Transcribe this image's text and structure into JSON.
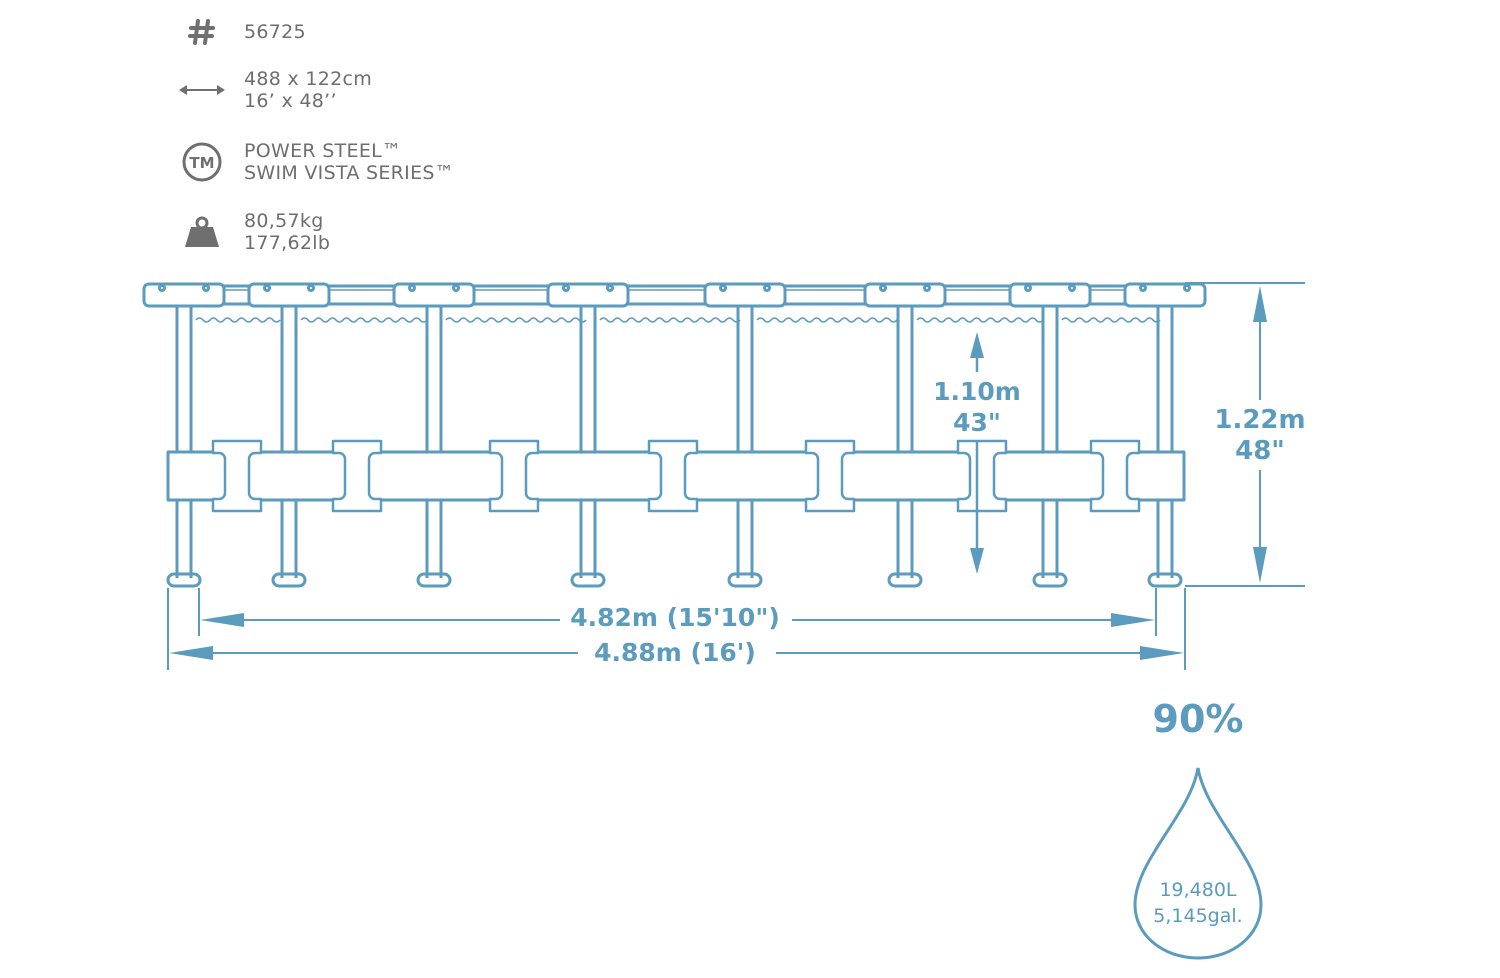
{
  "specs": {
    "model": {
      "icon": "hash-icon",
      "value": "56725"
    },
    "size": {
      "icon": "double-arrow-icon",
      "metric": "488 x 122cm",
      "imperial": "16’ x 48’’"
    },
    "series": {
      "icon": "trademark-icon",
      "line1": "POWER STEEL™",
      "line2": "SWIM VISTA SERIES™"
    },
    "weight": {
      "icon": "weight-icon",
      "metric": "80,57kg",
      "imperial": "177,62lb"
    }
  },
  "diagram": {
    "water_height": {
      "metric": "1.10m",
      "imperial": "43\""
    },
    "pool_height": {
      "metric": "1.22m",
      "imperial": "48\""
    },
    "inner_width": "4.82m (15'10\")",
    "outer_width": "4.88m (16')",
    "fill_percent": "90%",
    "capacity": {
      "liters": "19,480L",
      "gallons": "5,145gal."
    }
  },
  "colors": {
    "line": "#5b9bbd",
    "text_gray": "#6e6e6e",
    "icon_gray": "#6f6f6f"
  }
}
